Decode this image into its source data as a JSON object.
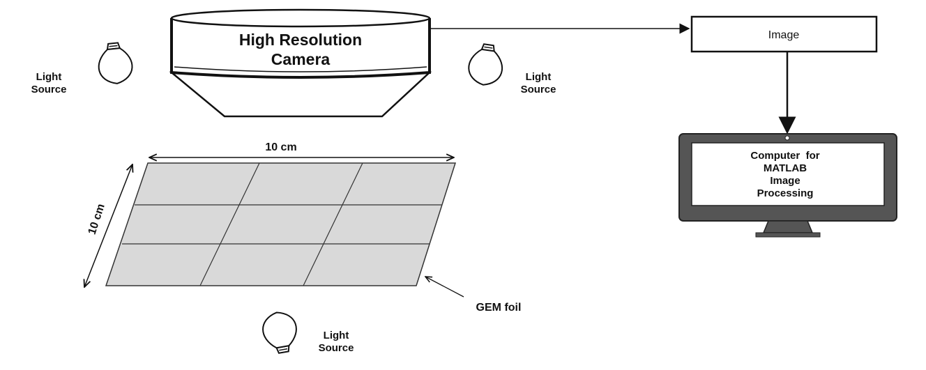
{
  "camera": {
    "line1": "High Resolution",
    "line2": "Camera"
  },
  "light_sources": [
    {
      "line1": "Light",
      "line2": "Source"
    },
    {
      "line1": "Light",
      "line2": "Source"
    },
    {
      "line1": "Light",
      "line2": "Source"
    }
  ],
  "image_box": {
    "label": "Image"
  },
  "computer": {
    "lines": [
      "Computer  for",
      "MATLAB",
      "Image",
      "Processing"
    ]
  },
  "foil": {
    "width_label": "10 cm",
    "height_label": "10 cm",
    "name": "GEM foil"
  }
}
